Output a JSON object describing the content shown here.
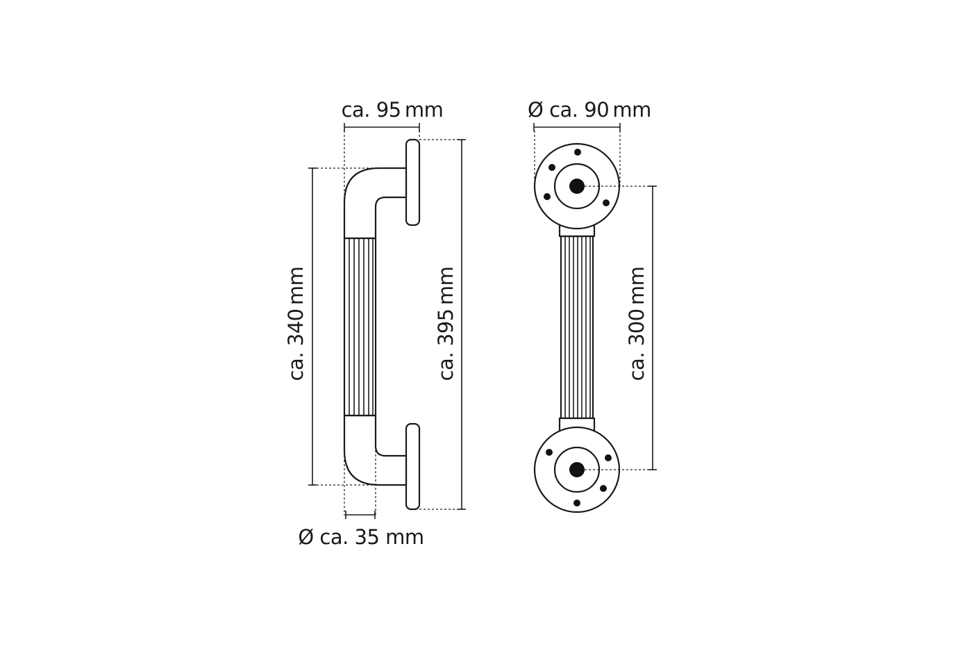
{
  "figure": {
    "side_view": {
      "width_label": "ca. 95 mm",
      "grip_height_label": "ca. 340 mm",
      "total_height_label": "ca. 395 mm",
      "tube_diameter_label": "Ø ca. 35 mm"
    },
    "front_view": {
      "rosette_diameter_label": "Ø ca. 90 mm",
      "hole_spacing_label": "ca. 300 mm"
    }
  },
  "colors": {
    "line": "#1a1a1a",
    "background": "#ffffff"
  }
}
